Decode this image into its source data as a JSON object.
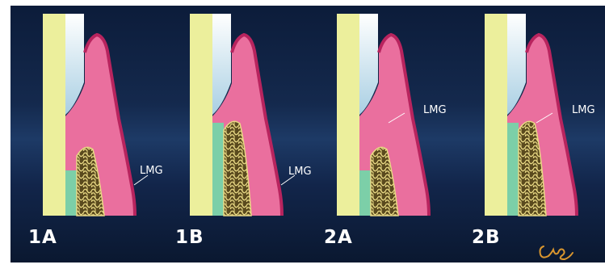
{
  "panels": [
    {
      "id": "1A",
      "label": "1A",
      "lmg": "LMG"
    },
    {
      "id": "1B",
      "label": "1B",
      "lmg": "LMG"
    },
    {
      "id": "2A",
      "label": "2A",
      "lmg": "LMG"
    },
    {
      "id": "2B",
      "label": "2B",
      "lmg": "LMG"
    }
  ],
  "colors": {
    "background": "#12254a",
    "tooth_root": "#ecef9c",
    "enamel": "#ddeef5",
    "gingiva": "#ea6f9e",
    "gingiva_edge": "#b8245e",
    "connective_attachment": "#7ccfa8",
    "bone_fill": "#5a4a1e",
    "bone_trabeculae": "#e8d884",
    "label_text": "#ffffff",
    "signature": "#d9962e"
  },
  "signature_description": "artist signature"
}
